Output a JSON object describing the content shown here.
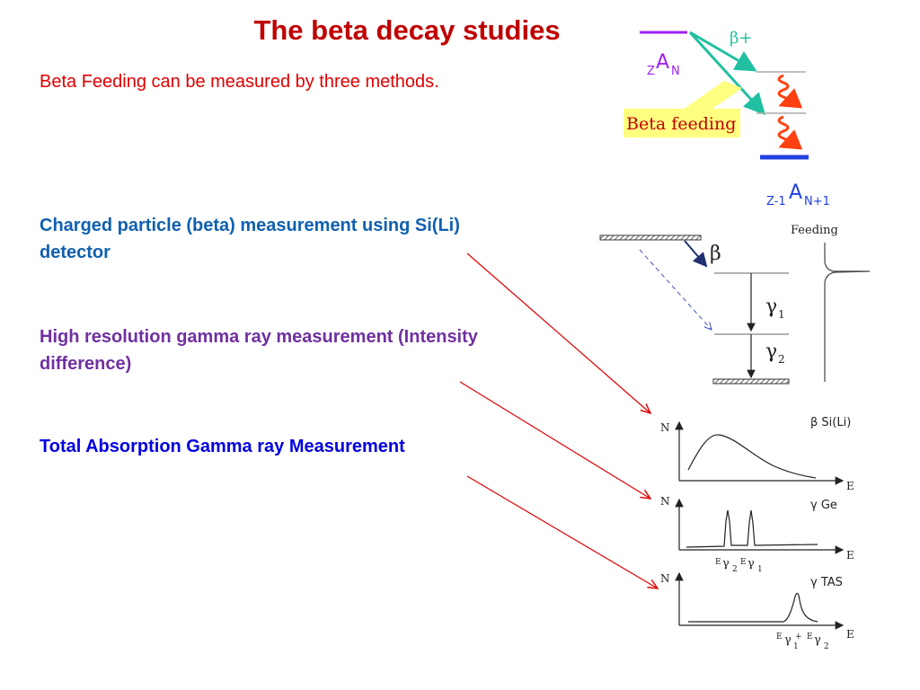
{
  "slide": {
    "title": "The beta decay studies",
    "intro": "Beta Feeding can be measured by three methods.",
    "methods": [
      {
        "text": "Charged particle (beta) measurement using Si(Li) detector",
        "color": "#1060b0"
      },
      {
        "text": "High resolution gamma ray measurement (Intensity difference)",
        "color": "#7030a0"
      },
      {
        "text": "Total Absorption Gamma ray Measurement",
        "color": "#0000e0"
      }
    ]
  },
  "decay_scheme": {
    "beta_plus": "β+",
    "parent_sub": "Z",
    "parent_main": "A",
    "parent_subN": "N",
    "beta_feeding": "Beta feeding",
    "daughter_sub": "Z-1",
    "daughter_main": "A",
    "daughter_subN": "N+1"
  },
  "level_scheme": {
    "feeding_label": "Feeding",
    "beta": "β",
    "gamma": "γ",
    "g1_sub": "1",
    "g2_sub": "2"
  },
  "spectra": [
    {
      "y_label": "N",
      "x_label": "E",
      "title": "β Si(Li)"
    },
    {
      "y_label": "N",
      "x_label": "E",
      "title": "γ Ge",
      "peak_labels": [
        "E",
        "γ",
        "2",
        "E",
        "γ",
        "1"
      ]
    },
    {
      "y_label": "N",
      "x_label": "E",
      "title": "γ TAS",
      "peak_labels": [
        "E",
        "γ",
        "1",
        "+",
        "E",
        "γ",
        "2"
      ]
    }
  ]
}
